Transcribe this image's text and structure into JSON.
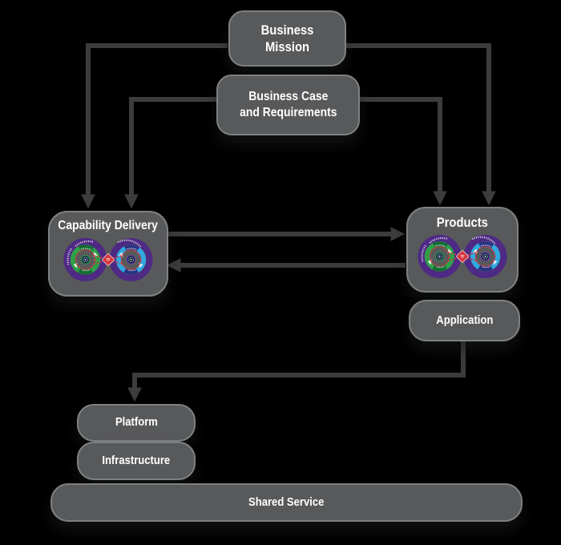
{
  "boxes": {
    "business_mission": {
      "label": "Business Mission"
    },
    "business_case": {
      "label": "Business Case\nand Requirements"
    },
    "capability_delivery": {
      "label": "Capability Delivery"
    },
    "products": {
      "label": "Products"
    },
    "application": {
      "label": "Application"
    },
    "platform": {
      "label": "Platform"
    },
    "infrastructure": {
      "label": "Infrastructure"
    },
    "shared_service": {
      "label": "Shared Service"
    }
  },
  "icons": {
    "capability_delivery_graphic": "devsecops-infinity-loop-icon",
    "products_graphic": "devsecops-infinity-loop-icon"
  },
  "connections": [
    {
      "from": "business_mission",
      "to": "capability_delivery"
    },
    {
      "from": "business_mission",
      "to": "products"
    },
    {
      "from": "business_case",
      "to": "capability_delivery"
    },
    {
      "from": "business_case",
      "to": "products"
    },
    {
      "from": "capability_delivery",
      "to": "products"
    },
    {
      "from": "products",
      "to": "capability_delivery"
    },
    {
      "from": "application",
      "to": "platform"
    }
  ],
  "colors": {
    "background": "#000000",
    "box_fill": "#58595B",
    "box_border": "#7E8082",
    "text": "#FFFFFF",
    "connector": "#3B3C3E",
    "loop_purple": "#4E2A84",
    "loop_green": "#2EA049",
    "loop_green_dark": "#156D36",
    "loop_blue": "#2FA9E0",
    "loop_navy": "#283380",
    "loop_red": "#D8353C",
    "loop_badge_bg": "#102440"
  }
}
